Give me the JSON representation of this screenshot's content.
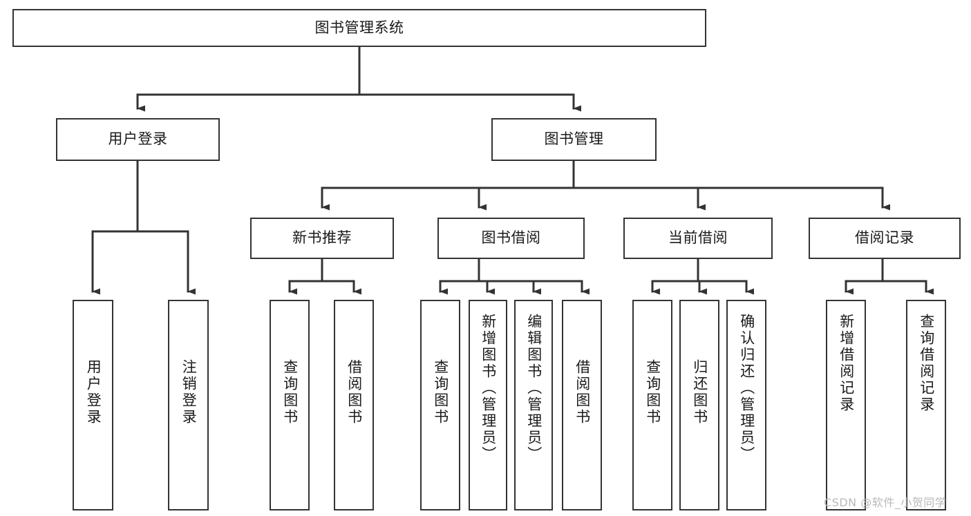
{
  "diagram": {
    "title": "图书管理系统",
    "watermark": "CSDN @软件_小贺同学",
    "line_color": "#333333",
    "box_fill": "#ffffff",
    "text_color": "#1a1a1a",
    "root": {
      "label": "图书管理系统"
    },
    "level1": [
      {
        "label": "用户登录"
      },
      {
        "label": "图书管理"
      }
    ],
    "level2": [
      {
        "label": "新书推荐"
      },
      {
        "label": "图书借阅"
      },
      {
        "label": "当前借阅"
      },
      {
        "label": "借阅记录"
      }
    ],
    "leaves": {
      "user_login": [
        {
          "label": "用户登录"
        },
        {
          "label": "注销登录"
        }
      ],
      "new_book": [
        {
          "label": "查询图书"
        },
        {
          "label": "借阅图书"
        }
      ],
      "book_borrow": [
        {
          "label": "查询图书"
        },
        {
          "label": "新增图书（管理员）"
        },
        {
          "label": "编辑图书（管理员）"
        },
        {
          "label": "借阅图书"
        }
      ],
      "current_borrow": [
        {
          "label": "查询图书"
        },
        {
          "label": "归还图书"
        },
        {
          "label": "确认归还（管理员）"
        }
      ],
      "borrow_record": [
        {
          "label": "新增借阅记录"
        },
        {
          "label": "查询借阅记录"
        }
      ]
    }
  }
}
